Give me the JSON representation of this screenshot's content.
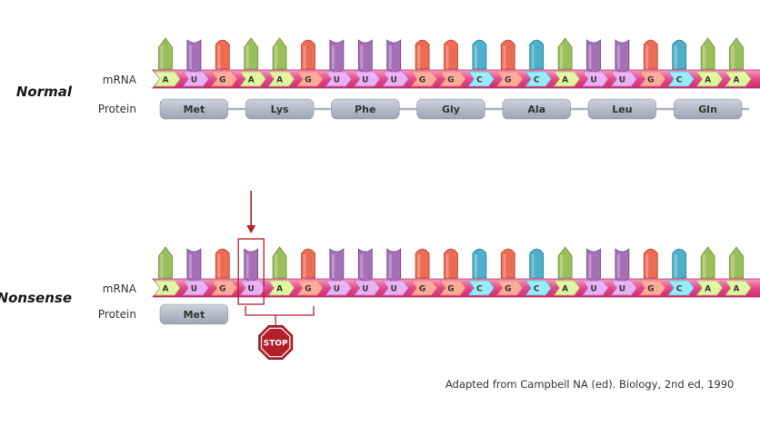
{
  "rows": [
    {
      "title": "Normal",
      "mrna_label": "mRNA",
      "protein_label": "Protein",
      "bases": [
        "A",
        "U",
        "G",
        "A",
        "A",
        "G",
        "U",
        "U",
        "U",
        "G",
        "G",
        "C",
        "G",
        "C",
        "A",
        "U",
        "U",
        "G",
        "C",
        "A",
        "A"
      ],
      "amino_acids": [
        "Met",
        "Lys",
        "Phe",
        "Gly",
        "Ala",
        "Leu",
        "Gln"
      ]
    },
    {
      "title": "Nonsense",
      "mrna_label": "mRNA",
      "protein_label": "Protein",
      "bases": [
        "A",
        "U",
        "G",
        "U",
        "A",
        "G",
        "U",
        "U",
        "U",
        "G",
        "G",
        "C",
        "G",
        "C",
        "A",
        "U",
        "U",
        "G",
        "C",
        "A",
        "A"
      ],
      "amino_acids": [
        "Met"
      ],
      "mutated_index": 3,
      "stop_codon_start": 3,
      "stop_label": "STOP"
    }
  ],
  "base_colors": {
    "A": "#9bbe5c",
    "U": "#a570b6",
    "G": "#ec6b55",
    "C": "#4faec8"
  },
  "strand_color": "#e6478a",
  "accent_color": "#b3202a",
  "pill_color": "#b8bccb",
  "credit": "Adapted from Campbell NA (ed).  Biology, 2nd ed, 1990"
}
